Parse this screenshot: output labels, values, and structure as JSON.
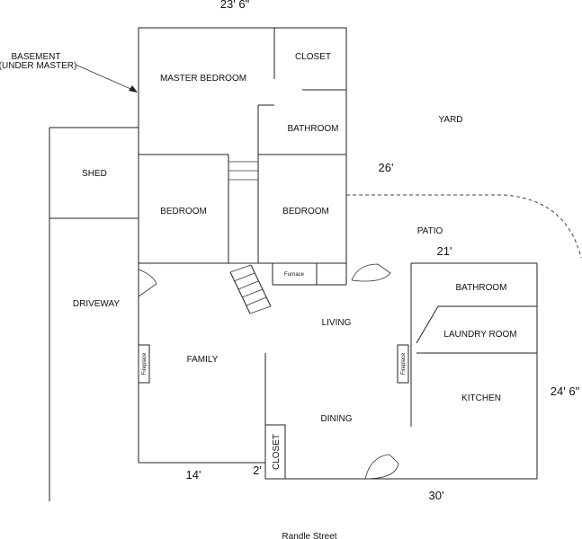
{
  "dimensions": {
    "top": "23' 6\"",
    "upper_right": "26'",
    "middle": "21'",
    "right": "24' 6\"",
    "bottom_left": "14'",
    "bottom_small": "2'",
    "bottom_right": "30'"
  },
  "callout": {
    "line1": "BASEMENT",
    "line2": "(UNDER MASTER)"
  },
  "rooms": {
    "master_bedroom": "MASTER BEDROOM",
    "closet_upper": "CLOSET",
    "bathroom_upper": "BATHROOM",
    "yard": "YARD",
    "shed": "SHED",
    "bedroom_left": "BEDROOM",
    "bedroom_right": "BEDROOM",
    "patio": "PATIO",
    "driveway": "DRIVEWAY",
    "bathroom_lower": "BATHROOM",
    "laundry_room": "LAUNDRY ROOM",
    "living": "LIVING",
    "family": "FAMILY",
    "kitchen": "KITCHEN",
    "dining": "DINING",
    "closet_lower": "CLOSET"
  },
  "fixtures": {
    "furnace": "Furnace",
    "fireplace_left": "Fireplace",
    "fireplace_right": "Fireplace"
  },
  "street": "Randle Street"
}
